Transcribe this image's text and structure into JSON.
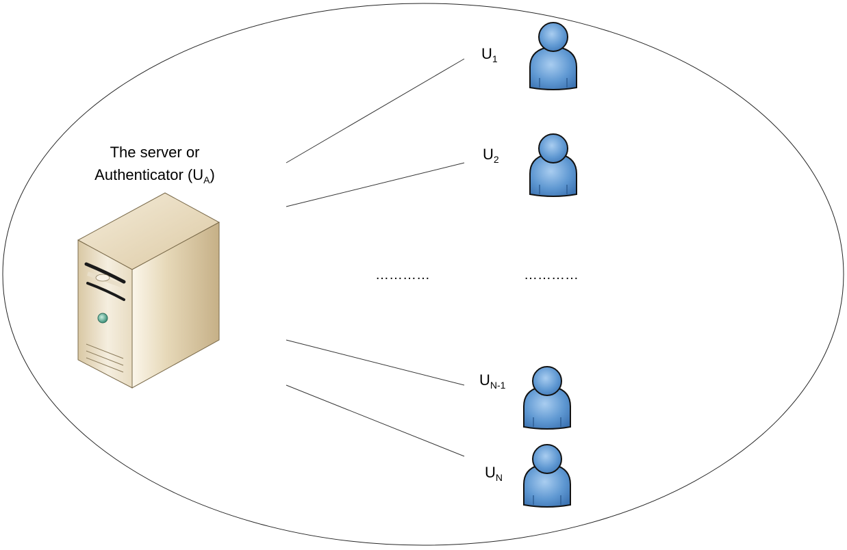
{
  "server": {
    "title_line1": "The server or",
    "title_line2_main": "Authenticator (U",
    "title_line2_sub": "A",
    "title_line2_end": ")"
  },
  "users": [
    {
      "base": "U",
      "sub": "1"
    },
    {
      "base": "U",
      "sub": "2"
    },
    {
      "base": "U",
      "sub": "N-1"
    },
    {
      "base": "U",
      "sub": "N"
    }
  ],
  "ellipsis": {
    "left": "…………",
    "right": "…………"
  },
  "colors": {
    "user_fill": "#5b93cf",
    "user_stroke": "#111111",
    "server_light": "#f3ead6",
    "server_dark": "#c9b48c",
    "line": "#333333"
  }
}
